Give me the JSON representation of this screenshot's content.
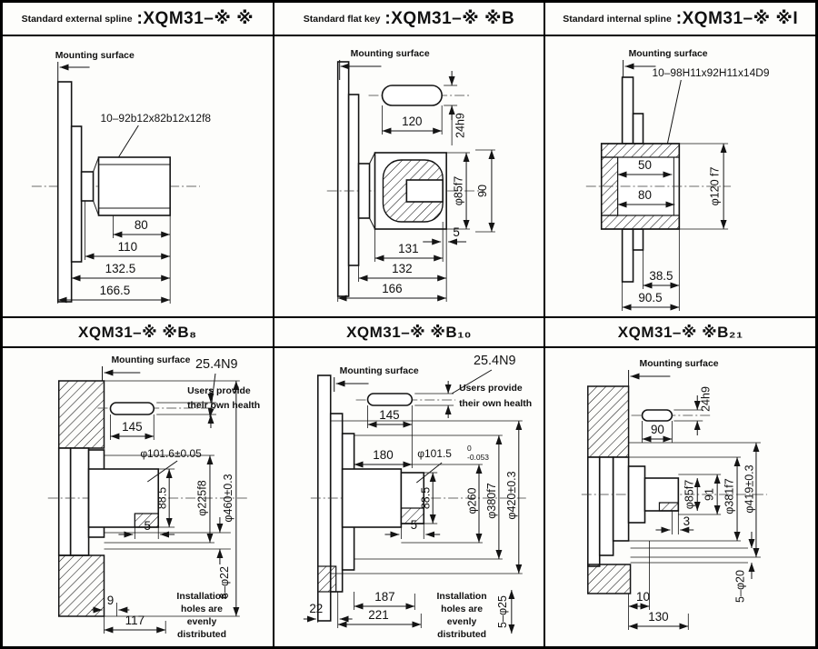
{
  "headers": {
    "p1": {
      "prefix": "Standard external spline",
      "code": ":XQM31–※ ※"
    },
    "p2": {
      "prefix": "Standard flat key",
      "code": ":XQM31–※ ※B"
    },
    "p3": {
      "prefix": "Standard internal spline",
      "code": ":XQM31–※ ※I"
    },
    "p4": {
      "code": "XQM31–※ ※B₈"
    },
    "p5": {
      "code": "XQM31–※ ※B₁₀"
    },
    "p6": {
      "code": "XQM31–※ ※B₂₁"
    }
  },
  "p1": {
    "mounting": "Mounting surface",
    "spline_spec": "10–92b12x82b12x12f8",
    "len1": "80",
    "len2": "110",
    "len3": "132.5",
    "len4": "166.5"
  },
  "p2": {
    "mounting": "Mounting surface",
    "key_len": "120",
    "key_h": "24h9",
    "shaft_dia": "φ85f7",
    "hub_dia": "90",
    "end_gap": "5",
    "len1": "131",
    "len2": "132",
    "len3": "166"
  },
  "p3": {
    "mounting": "Mounting surface",
    "spline_spec": "10–98H11x92H11x14D9",
    "bore1": "50",
    "bore2": "80",
    "fit_dia": "φ120 f7",
    "len1": "38.5",
    "len2": "90.5"
  },
  "p4": {
    "mounting": "Mounting surface",
    "key_spec": "25.4N9",
    "note_line1": "Users provide",
    "note_line2": "their own health",
    "key_len": "145",
    "fit_dia": "φ101.6±0.05",
    "shaft_h": "88.5",
    "pilot_dia": "φ225f8",
    "flange_dia": "φ460±0.3",
    "end_gap": "5",
    "len1": "9",
    "len2": "117",
    "holes": "6–φ22",
    "inst_line1": "Installation",
    "inst_line2": "holes are",
    "inst_line3": "evenly",
    "inst_line4": "distributed"
  },
  "p5": {
    "mounting": "Mounting surface",
    "key_spec": "25.4N9",
    "note_line1": "Users provide",
    "note_line2": "their own health",
    "key_len": "145",
    "hub_len": "180",
    "fit_dia": "φ101.5",
    "fit_tol_upper": "0",
    "fit_tol_lower": "-0.053",
    "shaft_h": "88.5",
    "dia1": "φ260",
    "dia2": "φ380f7",
    "flange_dia": "φ420±0.3",
    "end_gap": "5",
    "len1": "22",
    "len2": "187",
    "len3": "221",
    "holes": "5–φ25",
    "inst_line1": "Installation",
    "inst_line2": "holes are",
    "inst_line3": "evenly",
    "inst_line4": "distributed"
  },
  "p6": {
    "mounting": "Mounting surface",
    "key_h": "24h9",
    "key_len": "90",
    "shaft_dia": "φ85f7",
    "dia1": "91",
    "dia2": "φ381f7",
    "flange_dia": "φ419±0.3",
    "end_gap": "3",
    "len1": "10",
    "len2": "130",
    "holes": "5–φ20"
  }
}
